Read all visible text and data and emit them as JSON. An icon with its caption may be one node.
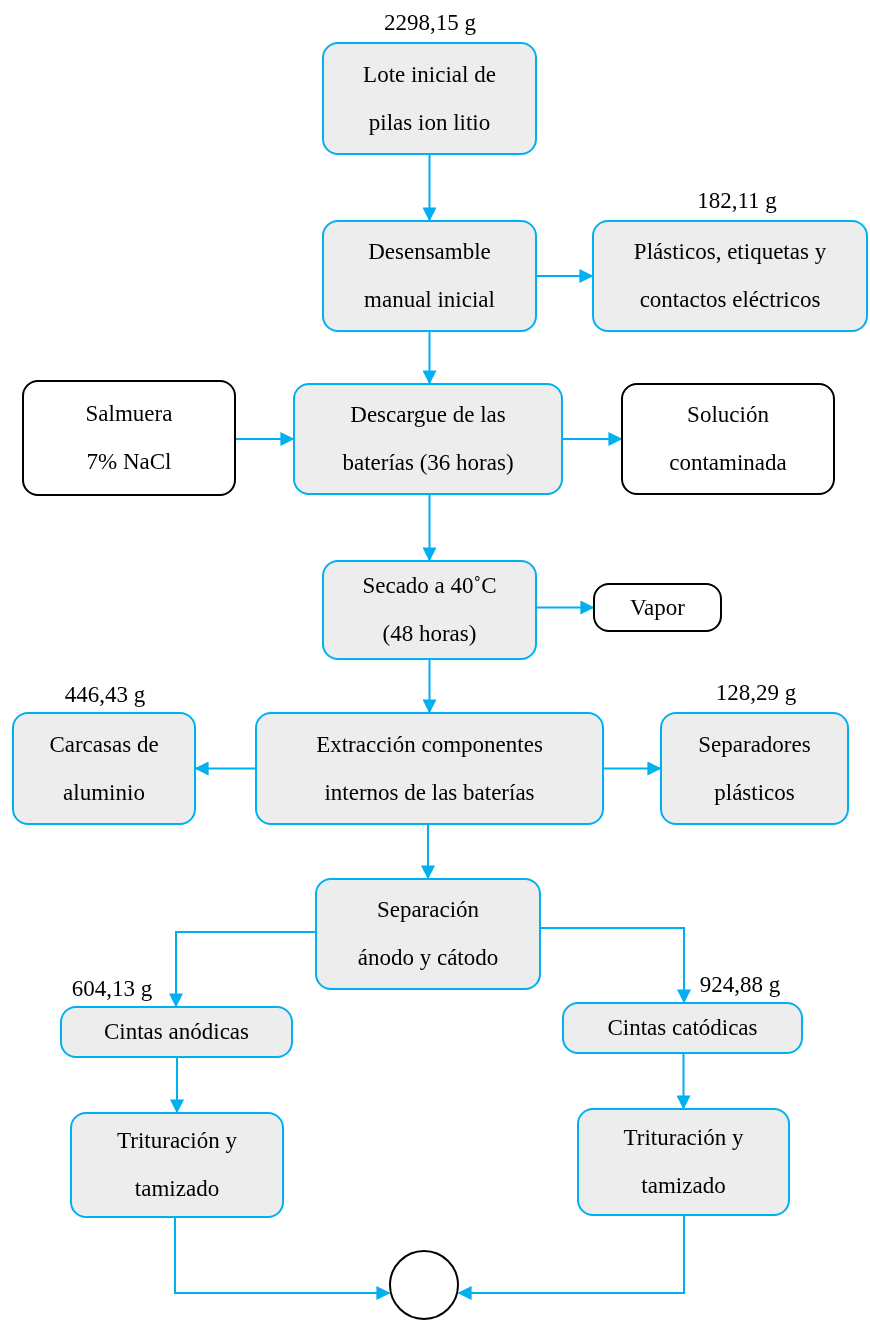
{
  "diagram": {
    "nodes": [
      {
        "text": [
          "Lote inicial de pilas ion litio"
        ],
        "beside": [
          "2298,15 g"
        ]
      },
      {
        "text": [
          "Desensamble manual inicial"
        ]
      },
      {
        "text": [
          "Plásticos, etiquetas y contactos eléctricos"
        ],
        "beside": [
          "182,11 g"
        ]
      },
      {
        "text": [
          "Salmuera 7% NaCl"
        ]
      },
      {
        "text": [
          "Descargue de las baterías (36 horas)"
        ]
      },
      {
        "text": [
          "Solución contaminada"
        ]
      },
      {
        "text": [
          "Secado a 40˚C (48 horas)"
        ]
      },
      {
        "text": [
          "Vapor"
        ]
      },
      {
        "text": [
          "Carcasas de aluminio"
        ],
        "beside": [
          "446,43 g"
        ]
      },
      {
        "text": [
          "Extracción componentes internos de las baterías"
        ]
      },
      {
        "text": [
          "Separadores plásticos"
        ],
        "beside": [
          "128,29 g"
        ]
      },
      {
        "text": [
          "Separación ánodo y cátodo"
        ]
      },
      {
        "text": [
          "Cintas anódicas"
        ],
        "beside": [
          "604,13 g"
        ]
      },
      {
        "text": [
          "Cintas catódicas"
        ],
        "beside": [
          "924,88 g"
        ]
      },
      {
        "text": [
          "Trituración y tamizado"
        ]
      },
      {
        "text": [
          "Trituración y tamizado"
        ]
      },
      {
        "text": [],
        "shape": "circle"
      }
    ],
    "edges": [
      {
        "from": 0,
        "to": 1,
        "arrow": "to"
      },
      {
        "from": 1,
        "to": 2,
        "arrow": "to"
      },
      {
        "from": 1,
        "to": 4,
        "arrow": "to"
      },
      {
        "from": 3,
        "to": 4,
        "arrow": "to"
      },
      {
        "from": 4,
        "to": 5,
        "arrow": "to"
      },
      {
        "from": 4,
        "to": 6,
        "arrow": "to"
      },
      {
        "from": 6,
        "to": 7,
        "arrow": "to"
      },
      {
        "from": 6,
        "to": 9,
        "arrow": "to"
      },
      {
        "from": 9,
        "to": 8,
        "arrow": "to"
      },
      {
        "from": 9,
        "to": 10,
        "arrow": "to"
      },
      {
        "from": 9,
        "to": 11,
        "arrow": "to"
      },
      {
        "from": 11,
        "to": 12,
        "arrow": "to"
      },
      {
        "from": 11,
        "to": 13,
        "arrow": "to"
      },
      {
        "from": 12,
        "to": 14,
        "arrow": "to"
      },
      {
        "from": 13,
        "to": 15,
        "arrow": "to"
      },
      {
        "from": 14,
        "to": 16,
        "arrow": "to"
      },
      {
        "from": 15,
        "to": 16,
        "arrow": "to"
      }
    ]
  }
}
